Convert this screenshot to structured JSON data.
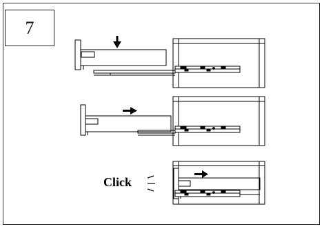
{
  "step": {
    "number": "7"
  },
  "panels": [
    {
      "arrow": "down-arrow"
    },
    {
      "arrow": "right-arrow"
    },
    {
      "arrow": "right-arrow",
      "label": "Click"
    }
  ]
}
